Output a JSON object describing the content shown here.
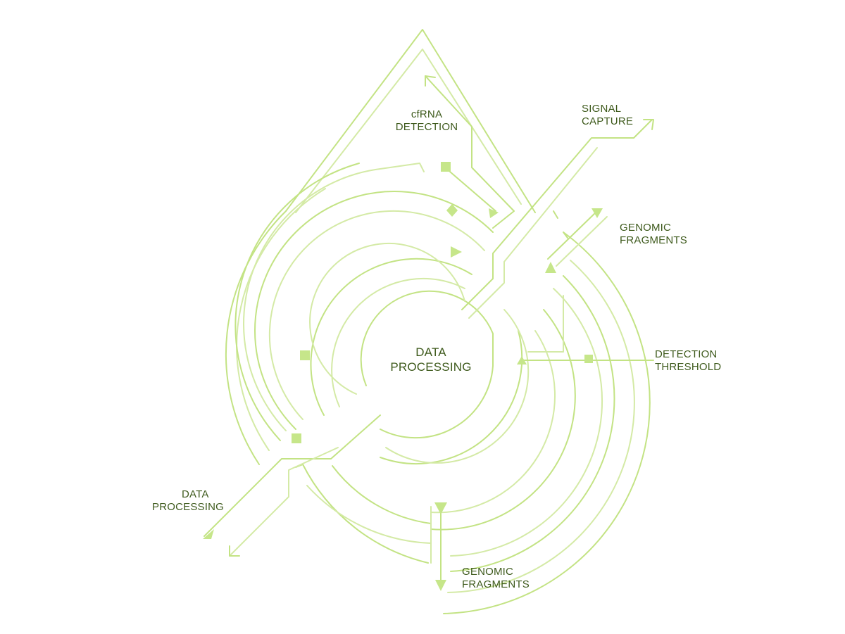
{
  "diagram": {
    "center": {
      "line1": "DATA",
      "line2": "PROCESSING"
    },
    "labels": {
      "cfrna": {
        "line1": "cfRNA",
        "line2": "DETECTION"
      },
      "signal": {
        "line1": "SIGNAL",
        "line2": "CAPTURE"
      },
      "genomic_right": {
        "line1": "GENOMIC",
        "line2": "FRAGMENTS"
      },
      "threshold": {
        "line1": "DETECTION",
        "line2": "THRESHOLD"
      },
      "genomic_bottom": {
        "line1": "GENOMIC",
        "line2": "FRAGMENTS"
      },
      "data_left": {
        "line1": "DATA",
        "line2": "PROCESSING"
      }
    }
  },
  "colors": {
    "line_light": "#d4eaa6",
    "line_main": "#bfe27e",
    "marker": "#c6e68a",
    "text": "#3e5a1c"
  }
}
